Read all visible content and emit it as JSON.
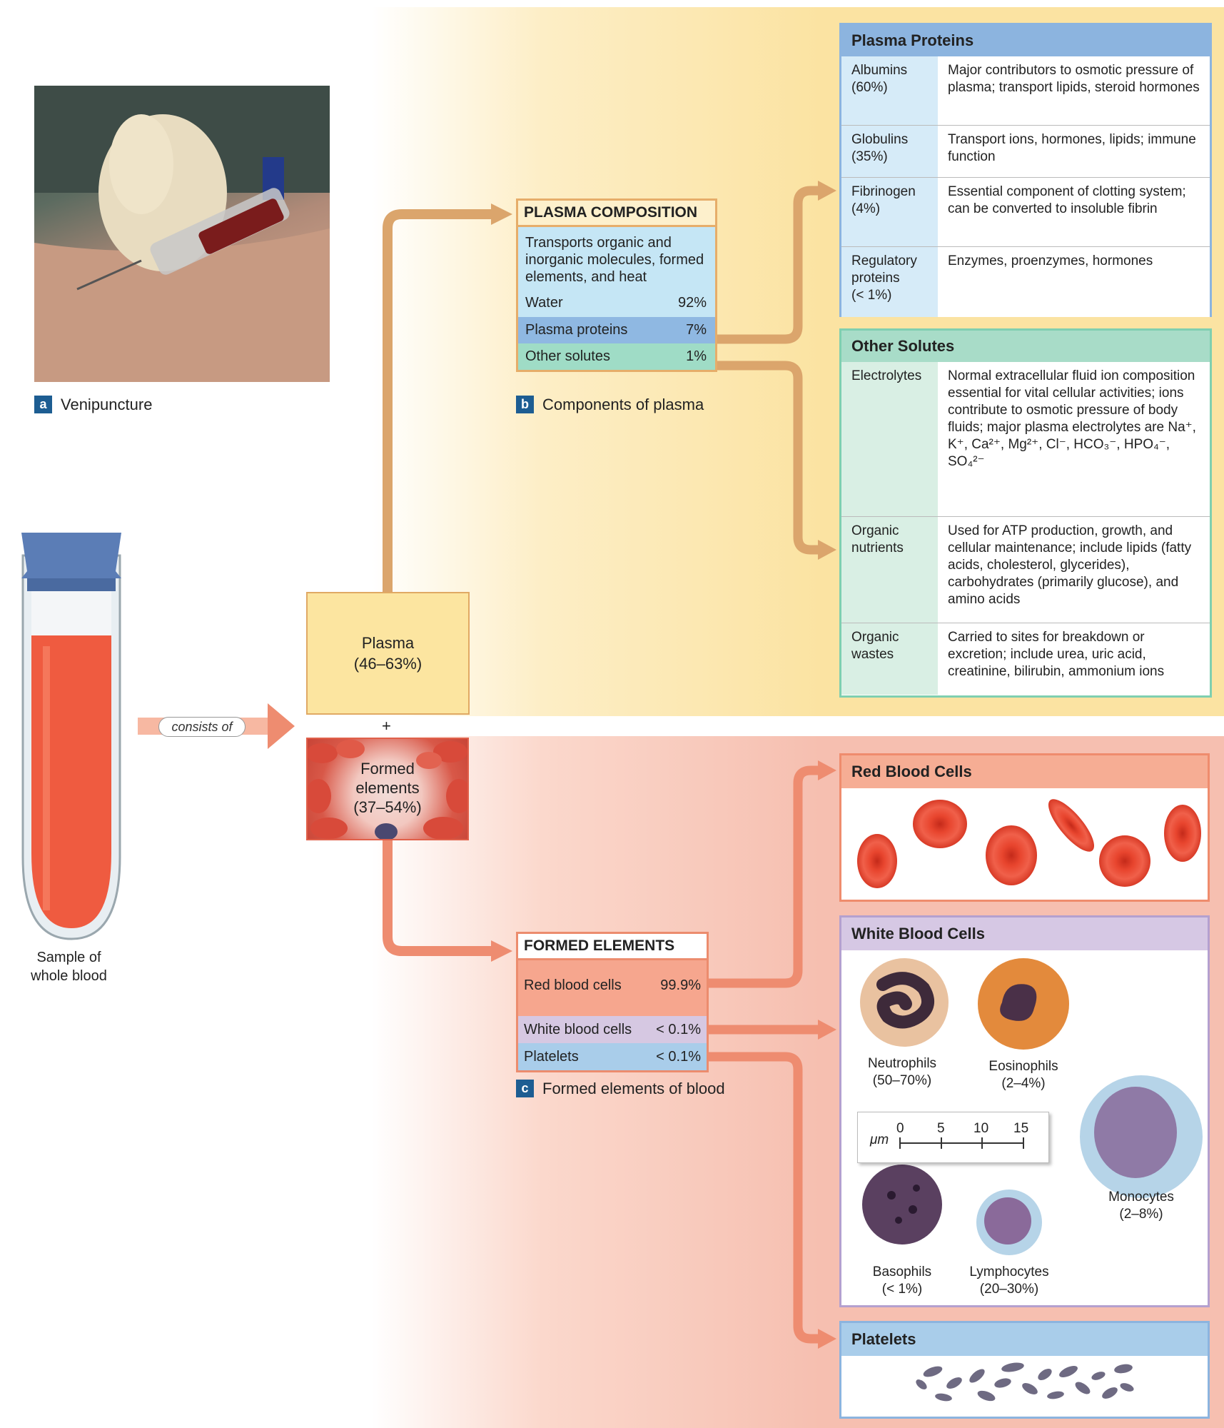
{
  "panels": {
    "a": {
      "letter": "a",
      "caption": "Venipuncture"
    },
    "b": {
      "letter": "b",
      "caption": "Components of plasma"
    },
    "c": {
      "letter": "c",
      "caption": "Formed elements of blood"
    }
  },
  "tube": {
    "label_line1": "Sample of",
    "label_line2": "whole blood"
  },
  "connector": {
    "consists_of": "consists of",
    "plus": "+"
  },
  "plasma_box": {
    "label": "Plasma",
    "percent": "(46–63%)"
  },
  "formed_box": {
    "line1": "Formed",
    "line2": "elements",
    "percent": "(37–54%)"
  },
  "plasma_composition": {
    "title": "PLASMA COMPOSITION",
    "description": "Transports organic and inorganic molecules, formed elements, and heat",
    "rows": [
      {
        "name": "Water",
        "value": "92%"
      },
      {
        "name": "Plasma proteins",
        "value": "7%"
      },
      {
        "name": "Other solutes",
        "value": "1%"
      }
    ]
  },
  "formed_elements": {
    "title": "FORMED ELEMENTS",
    "rows": [
      {
        "name": "Red blood cells",
        "value": "99.9%"
      },
      {
        "name": "White blood cells",
        "value": "< 0.1%"
      },
      {
        "name": "Platelets",
        "value": "< 0.1%"
      }
    ]
  },
  "plasma_proteins": {
    "title": "Plasma Proteins",
    "rows": [
      {
        "name": "Albumins",
        "pct": "(60%)",
        "desc": "Major contributors to osmotic pressure of plasma; transport lipids, steroid hormones"
      },
      {
        "name": "Globulins",
        "pct": "(35%)",
        "desc": "Transport ions, hormones, lipids; immune function"
      },
      {
        "name": "Fibrinogen",
        "pct": "(4%)",
        "desc": "Essential component of clotting system; can be converted to insoluble fibrin"
      },
      {
        "name": "Regulatory proteins",
        "pct": "(< 1%)",
        "desc": "Enzymes, proenzymes, hormones"
      }
    ]
  },
  "other_solutes": {
    "title": "Other Solutes",
    "rows": [
      {
        "name": "Electrolytes",
        "desc": "Normal extracellular fluid ion composition essential for vital cellular activities; ions contribute to osmotic pressure of body fluids; major plasma electrolytes are Na⁺, K⁺, Ca²⁺, Mg²⁺, Cl⁻, HCO₃⁻, HPO₄⁻, SO₄²⁻"
      },
      {
        "name": "Organic nutrients",
        "desc": "Used for ATP production, growth, and cellular maintenance; include lipids (fatty acids, cholesterol, glycerides), carbohydrates (primarily glucose), and amino acids"
      },
      {
        "name": "Organic wastes",
        "desc": "Carried to sites for breakdown or excretion; include urea, uric acid, creatinine, bilirubin, ammonium ions"
      }
    ]
  },
  "red_blood_cells": {
    "title": "Red Blood Cells"
  },
  "white_blood_cells": {
    "title": "White Blood Cells",
    "types": [
      {
        "name": "Neutrophils",
        "pct": "(50–70%)"
      },
      {
        "name": "Eosinophils",
        "pct": "(2–4%)"
      },
      {
        "name": "Monocytes",
        "pct": "(2–8%)"
      },
      {
        "name": "Basophils",
        "pct": "(< 1%)"
      },
      {
        "name": "Lymphocytes",
        "pct": "(20–30%)"
      }
    ],
    "scale": {
      "unit": "μm",
      "ticks": [
        "0",
        "5",
        "10",
        "15"
      ]
    }
  },
  "platelets": {
    "title": "Platelets"
  },
  "colors": {
    "plasma_arrow": "#dba56c",
    "formed_arrow": "#ee8c70",
    "blood_red": "#ef5b40",
    "tube_cap": "#5b7db6"
  }
}
